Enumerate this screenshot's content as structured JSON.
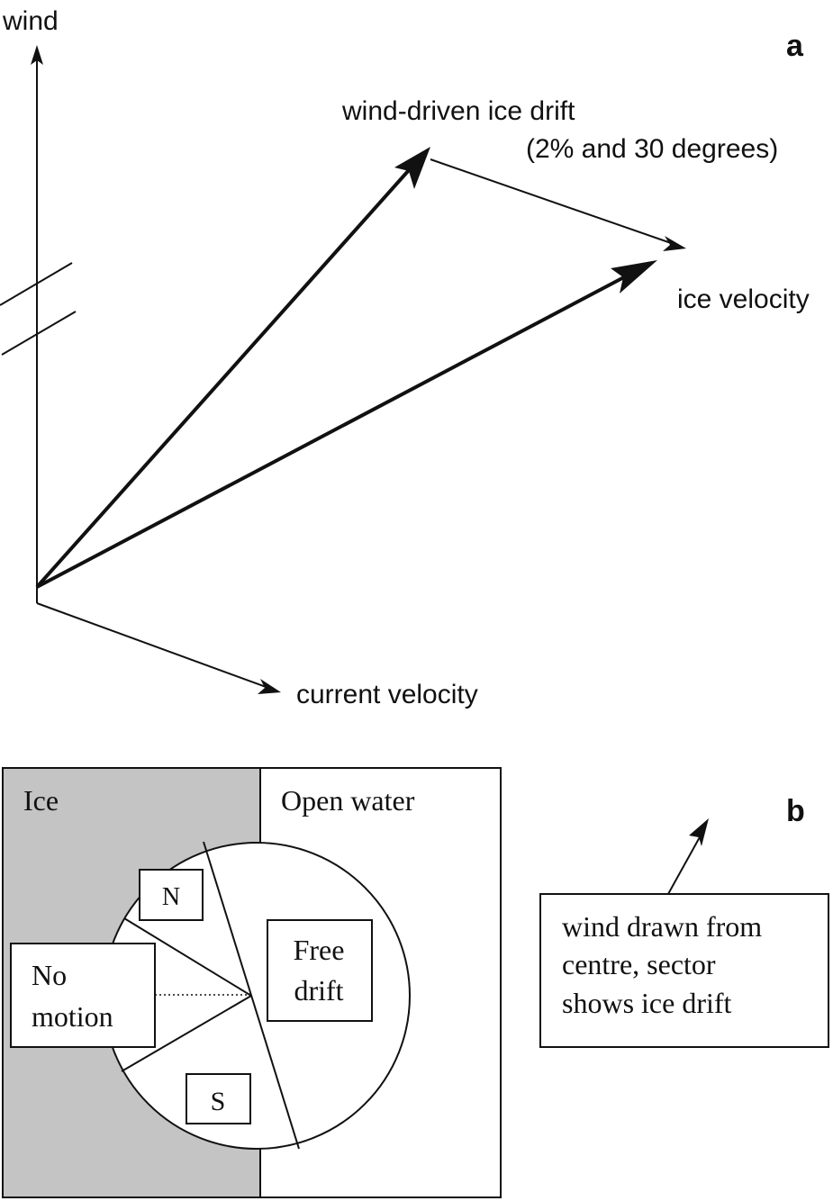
{
  "panel_a": {
    "letter": "a",
    "labels": {
      "wind": "wind",
      "wind_driven_line1": "wind-driven ice drift",
      "wind_driven_line2": "(2% and 30 degrees)",
      "ice_velocity": "ice velocity",
      "current_velocity": "current velocity"
    }
  },
  "panel_b": {
    "letter": "b",
    "labels": {
      "ice": "Ice",
      "open_water": "Open water",
      "north": "N",
      "south": "S",
      "no_motion_line1": "No",
      "no_motion_line2": "motion",
      "free_drift_line1": "Free",
      "free_drift_line2": "drift"
    },
    "legend": {
      "line1": "wind drawn from",
      "line2": "centre, sector",
      "line3": "shows ice drift"
    }
  },
  "colors": {
    "ice_fill": "#c4c4c4",
    "ink": "#111111"
  }
}
